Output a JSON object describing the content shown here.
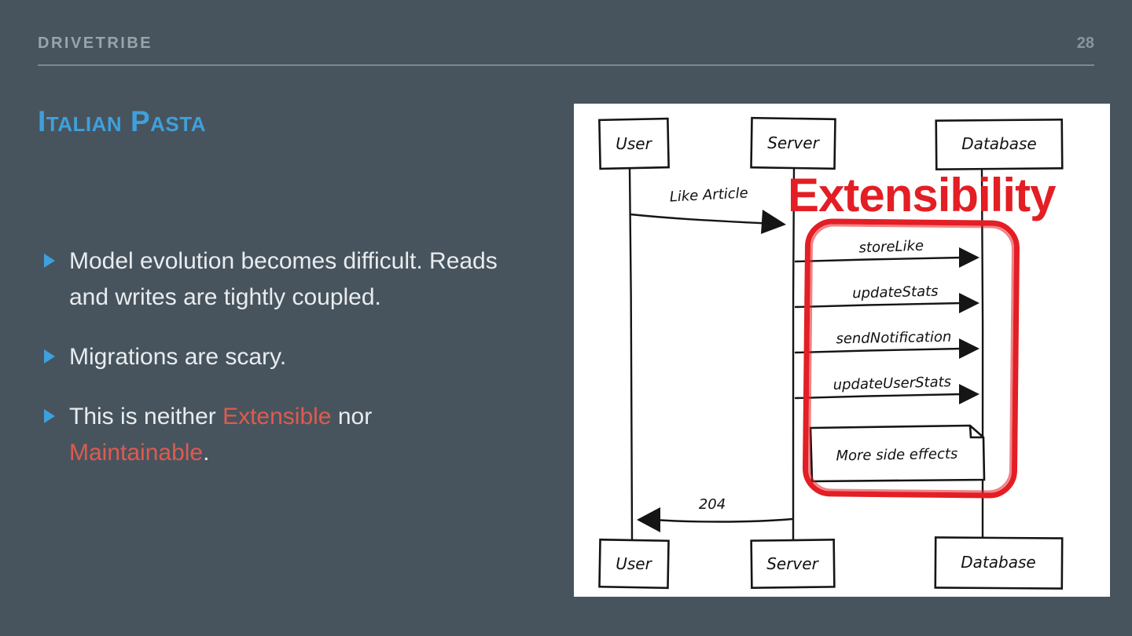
{
  "slide": {
    "header": {
      "brand": "DRIVETRIBE",
      "page_number": "28"
    },
    "title": "Italian Pasta",
    "bullets": {
      "b1": "Model evolution becomes difficult. Reads and writes are tightly coupled.",
      "b2": "Migrations are scary.",
      "b3_part1": "This is neither ",
      "b3_highlight1": "Extensible",
      "b3_part2": " nor ",
      "b3_highlight2": "Maintainable",
      "b3_part3": "."
    },
    "colors": {
      "background": "#47545E",
      "accent_blue": "#3FA0DB",
      "accent_red": "#E05A4E",
      "annotation_red": "#E31E24",
      "body_text": "#E9ECEE",
      "muted_gray": "#9AA4AB"
    }
  },
  "diagram": {
    "actors_top": [
      "User",
      "Server",
      "Database"
    ],
    "actors_bottom": [
      "User",
      "Server",
      "Database"
    ],
    "request": "Like Article",
    "calls": [
      "storeLike",
      "updateStats",
      "sendNotification",
      "updateUserStats"
    ],
    "note": "More side effects",
    "response": "204",
    "annotation": "Extensibility"
  }
}
